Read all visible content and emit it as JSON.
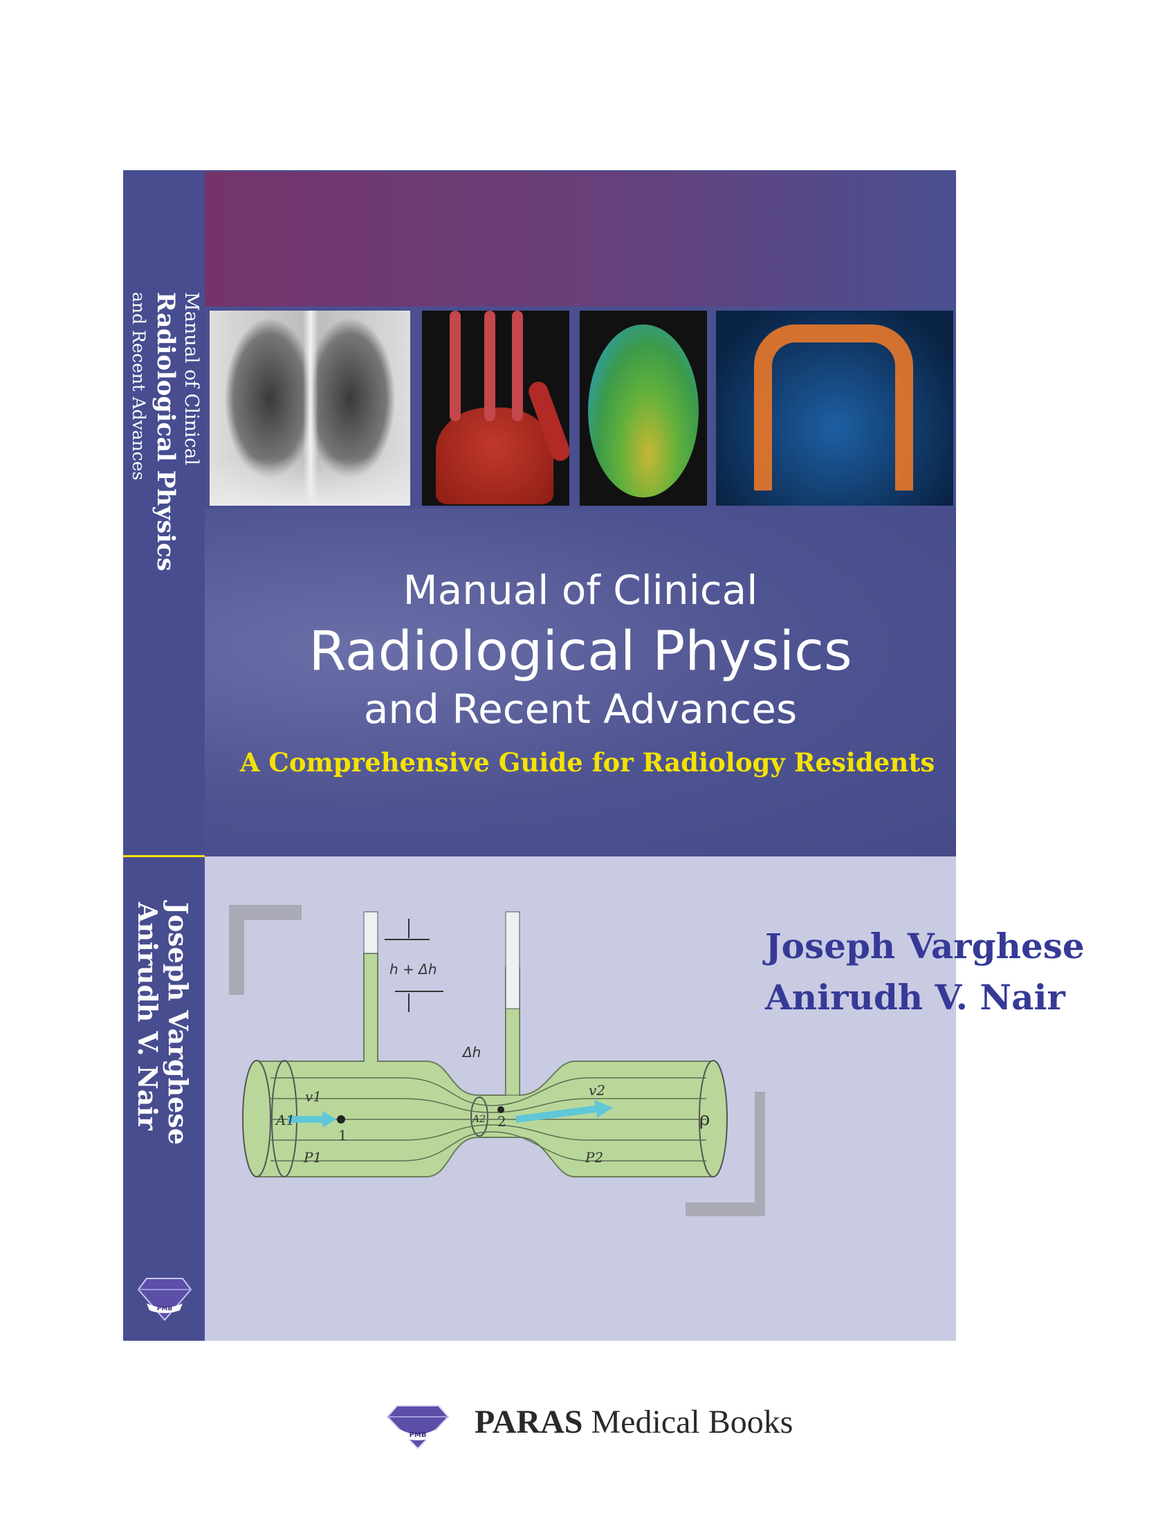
{
  "book": {
    "title_line1": "Manual of Clinical",
    "title_line2": "Radiological Physics",
    "title_line3": "and Recent Advances",
    "subtitle": "A Comprehensive Guide for Radiology Residents",
    "authors": [
      "Joseph Varghese",
      "Anirudh V. Nair"
    ],
    "publisher_bold": "PARAS",
    "publisher_rest": " Medical Books",
    "publisher_logo_text": "PMB"
  },
  "diagram": {
    "labels": [
      "h + Δh",
      "Δh",
      "A1",
      "v1",
      "1",
      "P1",
      "A2",
      "2",
      "v2",
      "P2",
      "ρ"
    ]
  },
  "images": [
    "chest-xray",
    "hand-3d-ct",
    "brain-surface-map",
    "colon-illustration"
  ],
  "colors": {
    "spine": "#474d8f",
    "band_start": "#74346a",
    "band_end": "#4b4f91",
    "title_bg": "#4d5290",
    "subtitle": "#f4e300",
    "lower_bg": "#c9cbe3",
    "author": "#363a96"
  }
}
